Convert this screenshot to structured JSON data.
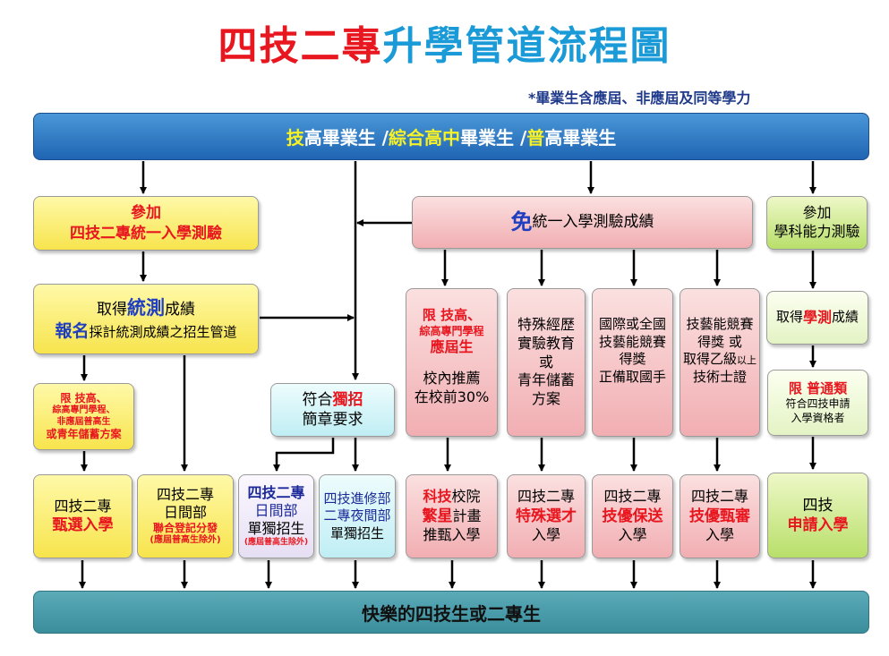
{
  "title": {
    "part1": "四技二專",
    "part2": "升學管道流程圖"
  },
  "note": "*畢業生含應屆、非應屆及同等學力",
  "top_bar": {
    "p1": "技",
    "p2": "高",
    "p3": "畢業生 /",
    "p4": "綜合高中",
    "p5": "畢業生 /",
    "p6": "普",
    "p7": "高",
    "p8": "畢業生"
  },
  "bottom_bar": "快樂的四技生或二專生",
  "exam_box": {
    "line1": "參加",
    "line2": "四技二專統一入學測驗"
  },
  "exempt_box": {
    "highlight": "免",
    "rest": "統一入學測驗成績"
  },
  "gsat_box": {
    "line1": "參加",
    "line2": "學科能力測驗"
  },
  "score_box": {
    "l1a": "取得",
    "l1b": "統測",
    "l1c": "成績",
    "l2a": "報名",
    "l2b": "採計統測成績之招生管道"
  },
  "limit1_box": {
    "l1": "限  技高、",
    "l2": "綜高專門學程、",
    "l3": "非應屆普高生",
    "l4": "或青年儲蓄方案"
  },
  "indep_req_box": {
    "l1a": "符合",
    "l1b": "獨招",
    "l2": "簡章要求"
  },
  "rec_box": {
    "l1": "限 技高、",
    "l2": "綜高專門學程",
    "l3": "應屆生",
    "l4": "校內推薦",
    "l5": "在校前30%"
  },
  "special_box": {
    "l1": "特殊經歷",
    "l2": "實驗教育",
    "l3": "或",
    "l4": "青年儲蓄",
    "l5": "方案"
  },
  "intl_box": {
    "l1": "國際或全國",
    "l2": "技藝能競賽",
    "l3": "得獎",
    "l4": "正備取國手"
  },
  "skill_box": {
    "l1": "技藝能競賽",
    "l2": "得獎  或",
    "l3a": "取得乙級",
    "l3b": "以上",
    "l4": "技術士證"
  },
  "gsat_score_box": {
    "l1a": "取得",
    "l1b": "學測",
    "l1c": "成績"
  },
  "limit2_box": {
    "l1": "限  普通類",
    "l2": "符合四技申請",
    "l3": "入學資格者"
  },
  "outcomes": [
    {
      "l1": "四技二專",
      "l2": "甄選入學"
    },
    {
      "l1": "四技二專",
      "l2": "日間部",
      "l3": "聯合登記分發",
      "l4": "(應屆普高生除外)"
    },
    {
      "l1": "四技二專",
      "l2": "日間部",
      "l3": "單獨招生",
      "l4": "(應屆普高生除外)"
    },
    {
      "l1": "四技進修部",
      "l2": "二專夜間部",
      "l3": "單獨招生"
    },
    {
      "l1a": "科技",
      "l1b": "校院",
      "l2a": "繁星",
      "l2b": "計畫",
      "l3": "推甄入學"
    },
    {
      "l1": "四技二專",
      "l2": "特殊選才",
      "l3": "入學"
    },
    {
      "l1": "四技二專",
      "l2": "技優保送",
      "l3": "入學"
    },
    {
      "l1": "四技二專",
      "l2": "技優甄審",
      "l3": "入學"
    },
    {
      "l1": "四技",
      "l2": "申請入學"
    }
  ],
  "colors": {
    "red": "#e8171f",
    "blue": "#1a9ad6",
    "bar_blue": "#1f65b3",
    "bar_teal": "#3b8e9c"
  }
}
